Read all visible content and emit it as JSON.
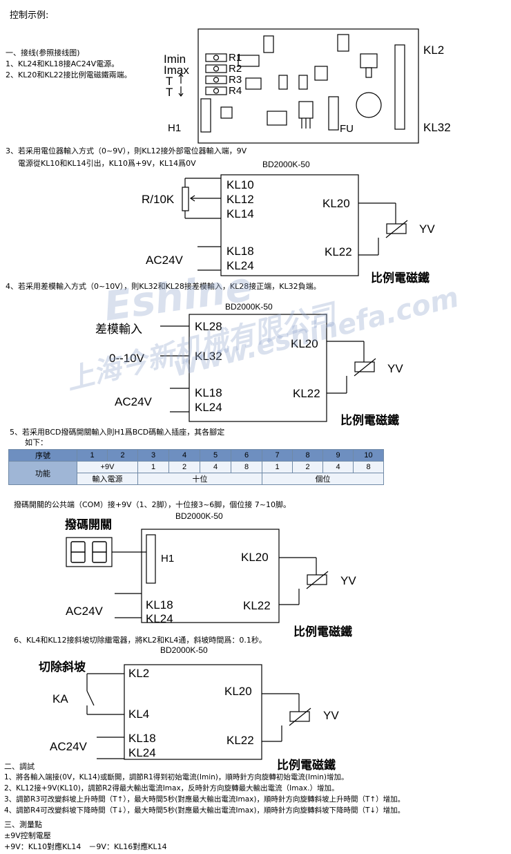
{
  "title": "控制示例:",
  "section1": {
    "heading": "一、接线(参照接线图)",
    "lines": [
      "1、KL24和KL18接AC24V電源。",
      "2、KL20和KL22接比例電磁鐵兩端。"
    ]
  },
  "board": {
    "labels": {
      "imin": "Imin",
      "imax": "Imax",
      "t_up": "T",
      "t_down": "T",
      "r1": "R1",
      "r2": "R2",
      "r3": "R3",
      "r4": "R4",
      "h1": "H1",
      "fu": "FU",
      "kl2": "KL2",
      "kl32": "KL32"
    }
  },
  "item3": {
    "lines": [
      "3、若采用電位器輸入方式（0~9V），則KL12接外部電位器輸入端，9V",
      "電源從KL10和KL14引出，KL10爲+9V，KL14爲0V"
    ],
    "model": "BD2000K-50",
    "input_label": "R/10K",
    "terms_left": [
      "KL10",
      "KL12",
      "KL14",
      "KL18",
      "KL24"
    ],
    "terms_right": [
      "KL20",
      "KL22"
    ],
    "ac_label": "AC24V",
    "coil_label": "YV",
    "magnet_label": "比例電磁鐵"
  },
  "item4": {
    "line": "4、若采用差模輸入方式（0~10V），則KL32和KL28接差模輸入，KL28接正端，KL32負端。",
    "model": "BD2000K-50",
    "input_label": "差模輸入",
    "range_label": "0--10V",
    "terms_left": [
      "KL28",
      "KL32",
      "KL18",
      "KL24"
    ],
    "terms_right": [
      "KL20",
      "KL22"
    ],
    "ac_label": "AC24V",
    "coil_label": "YV",
    "magnet_label": "比例電磁鐵"
  },
  "item5": {
    "lines": [
      "5、若采用BCD撥碼開關輸入則H1爲BCD碼輸入插座，其各腳定",
      "如下："
    ],
    "table": {
      "row1_head": "序號",
      "row1": [
        "1",
        "2",
        "3",
        "4",
        "5",
        "6",
        "7",
        "8",
        "9",
        "10"
      ],
      "row2_head": "功能",
      "row2": [
        "+9V",
        "1",
        "2",
        "4",
        "8",
        "1",
        "2",
        "4",
        "8"
      ],
      "row3": [
        "輸入電源",
        "十位",
        "個位"
      ]
    },
    "note": "撥碼開關的公共端（COM）接+9V（1、2脚），十位接3~6脚，個位接 7~10脚。",
    "model": "BD2000K-50",
    "switch_label": "撥碼開關",
    "h1_label": "H1",
    "terms_left": [
      "KL18",
      "KL24"
    ],
    "terms_right": [
      "KL20",
      "KL22"
    ],
    "ac_label": "AC24V",
    "coil_label": "YV",
    "magnet_label": "比例電磁鐵"
  },
  "item6": {
    "line": "6、KL4和KL12接斜坡切除繼電器，將KL2和KL4通，斜坡時間爲：0.1秒。",
    "model": "BD2000K-50",
    "cut_label": "切除斜坡",
    "ka_label": "KA",
    "terms_left": [
      "KL2",
      "KL4",
      "KL18",
      "KL24"
    ],
    "terms_right": [
      "KL20",
      "KL22"
    ],
    "ac_label": "AC24V",
    "coil_label": "YV",
    "magnet_label": "比例電磁鐵"
  },
  "section2": {
    "heading": "二、調試",
    "lines": [
      "1、將各輸入端接(0V，KL14)或斷開，調節R1得到初始電流(Imin)，順時針方向旋轉初始電流(Imin)增加。",
      "2、KL12接+9V(KL10)，調節R2得最大輸出電流Imax，反時針方向旋轉最大輸出電流（Imax.）增加。",
      "3、調節R3可改變斜坡上升時間（T↑），最大時間5秒(對應最大輸出電流Imax)，順時針方向旋轉斜坡上升時間（T↑）增加。",
      "4、調節R4可改變斜坡下降時間（T↓），最大時間5秒(對應最大輸出電流Imax)，順時針方向旋轉斜坡下降時間（T↓）增加。"
    ]
  },
  "section3": {
    "heading": "三、測量點",
    "lines": [
      "±9V控制電壓",
      "+9V：KL10對應KL14　－9V：KL16對應KL14"
    ]
  },
  "watermark": {
    "brand": "Eshine",
    "company": "上海今新机械有限公司",
    "url": "www.eshinefa.com"
  }
}
